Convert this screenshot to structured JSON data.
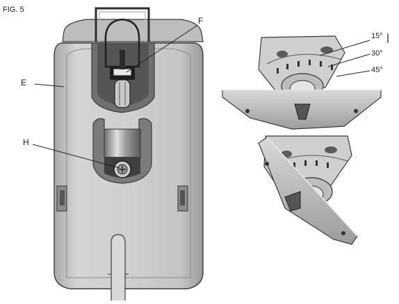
{
  "figure": {
    "title": "FIG. 5"
  },
  "labels": {
    "E": "E",
    "F": "F",
    "H": "H",
    "angle_15": "15°",
    "angle_30": "30°",
    "angle_45": "45°"
  },
  "colors": {
    "body_fill": "#c9c9c9",
    "body_dark": "#8f8f8f",
    "panel_fill": "#b3b3b3",
    "line": "#3b3b3b",
    "highlight": "#ececec"
  }
}
